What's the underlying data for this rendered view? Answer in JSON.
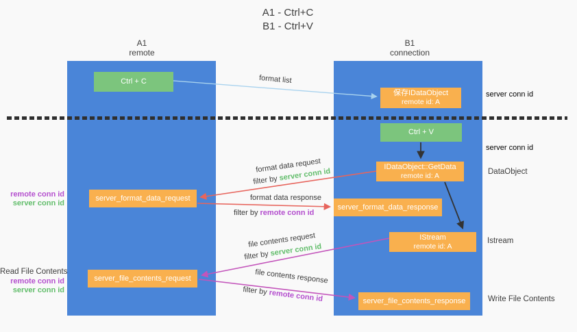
{
  "colors": {
    "lane_blue": "#4a85d8",
    "box_green": "#7cc57d",
    "box_orange": "#f9b04e",
    "arrow_blue": "#a8d2ee",
    "arrow_red": "#e7655d",
    "arrow_magenta": "#c355bb",
    "arrow_black": "#333333",
    "text_green": "#62bd6b",
    "text_purple": "#b44fce",
    "text_dark": "#3b3b3b"
  },
  "title": {
    "line1": "A1 - Ctrl+C",
    "line2": "B1 - Ctrl+V"
  },
  "lanes": {
    "left": {
      "title": "A1",
      "subtitle": "remote"
    },
    "right": {
      "title": "B1",
      "subtitle": "connection"
    }
  },
  "boxes": {
    "ctrl_c": {
      "label": "Ctrl + C"
    },
    "save_dataobject": {
      "line1": "保存IDataObject",
      "line2": "remote id: A"
    },
    "ctrl_v": {
      "label": "Ctrl + V"
    },
    "getdata": {
      "line1": "IDataObject::GetData",
      "line2": "remote id: A"
    },
    "format_request": {
      "label": "server_format_data_request"
    },
    "format_response": {
      "label": "server_format_data_response"
    },
    "istream": {
      "line1": "IStream",
      "line2": "remote id: A"
    },
    "file_request": {
      "label": "server_file_contents_request"
    },
    "file_response": {
      "label": "server_file_contents_response"
    }
  },
  "flow_labels": {
    "format_list": "format list",
    "format_data_request": "format data request",
    "format_data_response": "format data response",
    "file_contents_request": "file contents request",
    "file_contents_response": "file contents response",
    "filter_by": "filter by",
    "server_conn_id": "server conn id",
    "remote_conn_id": "remote conn id"
  },
  "side_labels": {
    "left_remote_conn_id": "remote conn id",
    "left_server_conn_id": "server conn id",
    "read_file_contents": "Read File Contents",
    "left_remote_conn_id_2": "remote conn id",
    "left_server_conn_id_2": "server conn id",
    "server_conn_id_top": "server conn id",
    "server_conn_id_mid": "server conn id",
    "dataobject": "DataObject",
    "istream": "Istream",
    "write_file_contents": "Write File Contents"
  }
}
